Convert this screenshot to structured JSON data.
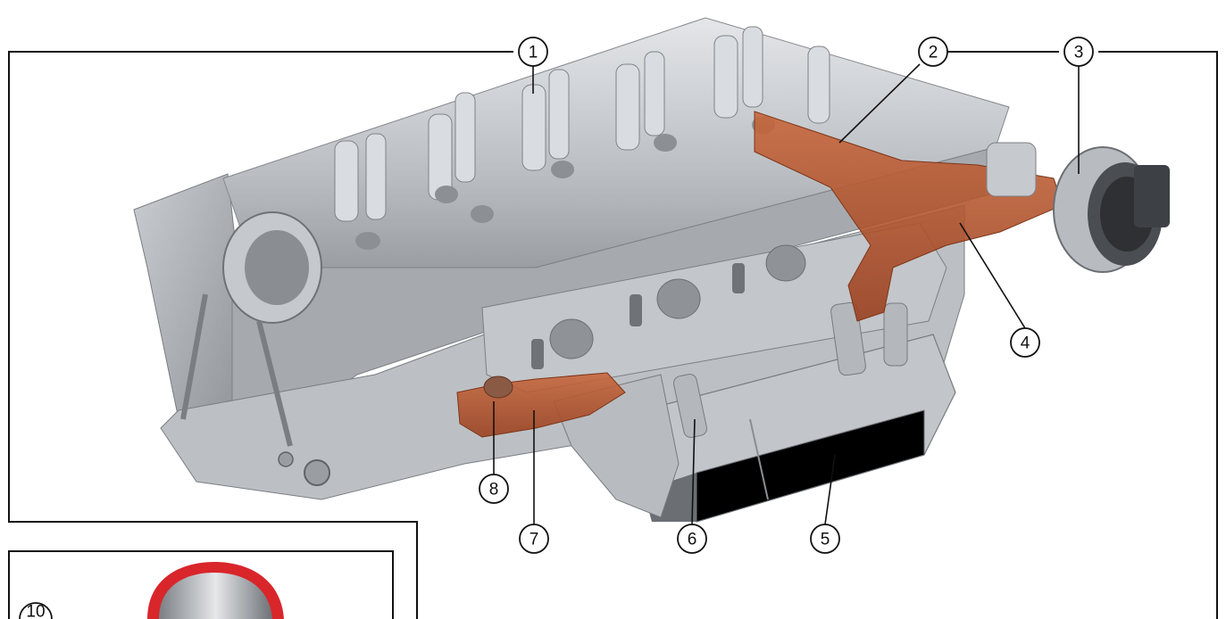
{
  "callouts": [
    {
      "number": "1"
    },
    {
      "number": "2"
    },
    {
      "number": "3"
    },
    {
      "number": "4"
    },
    {
      "number": "5"
    },
    {
      "number": "6"
    },
    {
      "number": "7"
    },
    {
      "number": "8"
    },
    {
      "number": "10"
    }
  ],
  "colors": {
    "background": "#ffffff",
    "frame_line": "#111111",
    "casting_light": "#cdd0d4",
    "casting_mid": "#a9adb2",
    "casting_dark": "#6f7378",
    "highlight_duct": "#b5532b",
    "inset_ring": "#d8262b"
  }
}
